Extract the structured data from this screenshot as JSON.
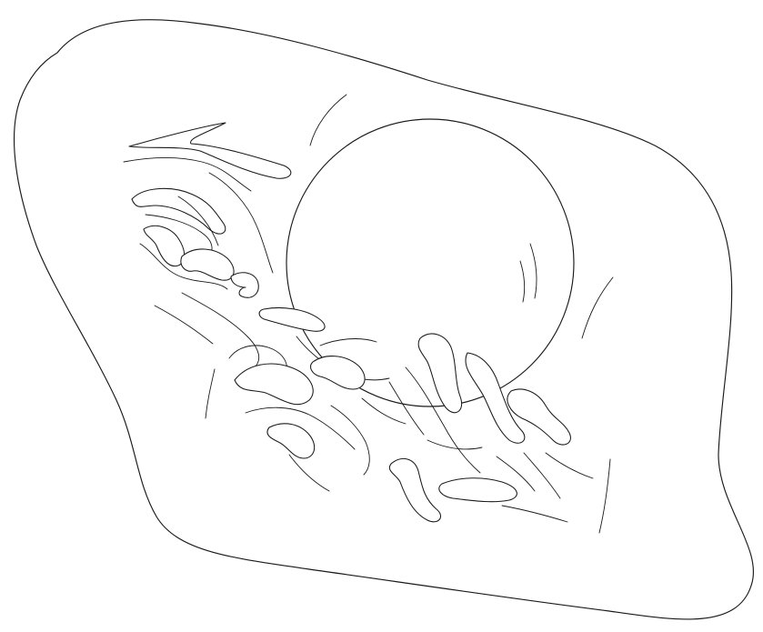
{
  "diagram": {
    "stroke_color": "#1a1a1a",
    "background_color": "#ffffff",
    "depicted_shapes": [
      "outer-boundary",
      "round-body",
      "squiggle-cluster"
    ]
  }
}
